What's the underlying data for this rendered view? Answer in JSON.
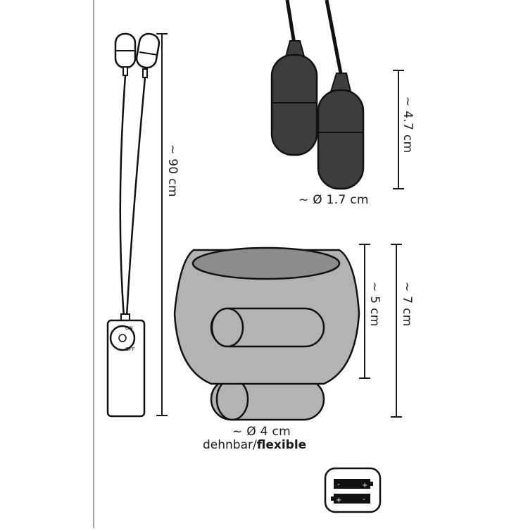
{
  "dimensions": {
    "cable_length": "~ 90 cm",
    "egg_length": "~ 4.7 cm",
    "egg_diameter": "~ Ø 1.7 cm",
    "ring_inner_height": "~ 5 cm",
    "ring_outer_height": "~ 7 cm",
    "ring_diameter": "~ Ø 4 cm"
  },
  "material": {
    "prefix": "dehnbar/",
    "emphasis": "flexible"
  },
  "controller": {
    "on_label": "ON",
    "off_label": "OFF"
  },
  "battery": {
    "plus": "+",
    "minus": "-"
  },
  "colors": {
    "outline": "#111111",
    "egg_fill": "#3d3d3d",
    "ring_fill": "#b3b3b3",
    "ring_opening": "#8c8c8c",
    "line": "#1a1a1a"
  }
}
